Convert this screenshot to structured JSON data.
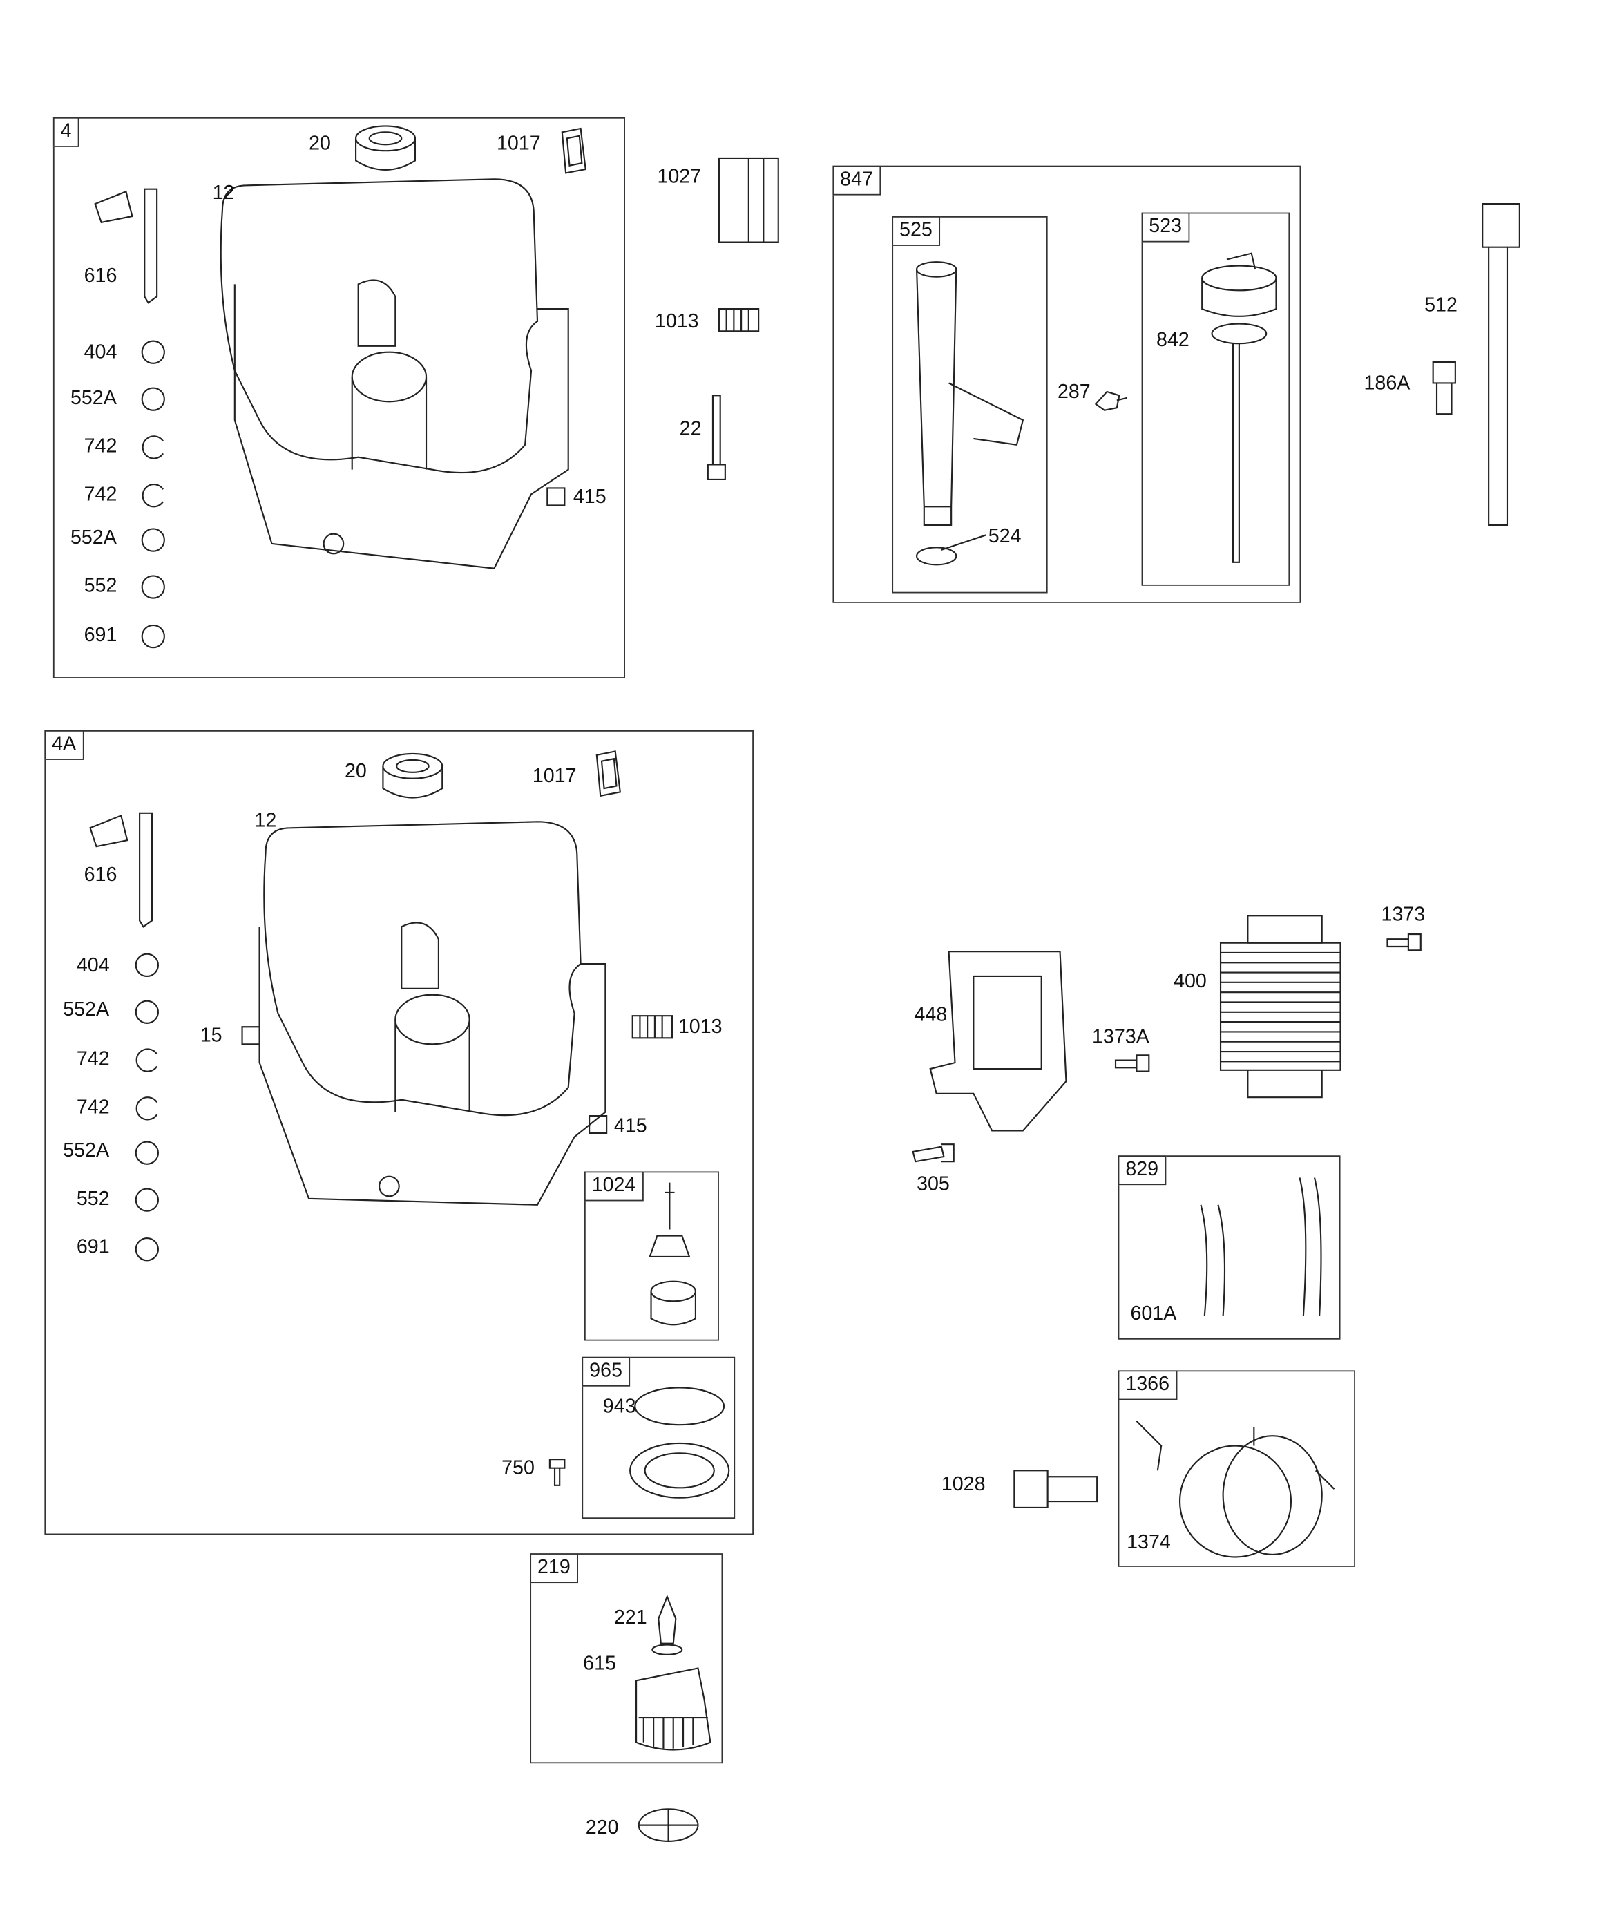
{
  "groups": {
    "g4": "4",
    "g847": "847",
    "g525": "525",
    "g523": "523",
    "g4A": "4A",
    "g1024": "1024",
    "g965": "965",
    "g219": "219",
    "g829": "829",
    "g1366": "1366"
  },
  "callouts": {
    "a20": "20",
    "a1017": "1017",
    "a12": "12",
    "a616": "616",
    "a404": "404",
    "a552A1": "552A",
    "a742a": "742",
    "a742b": "742",
    "a552A2": "552A",
    "a552": "552",
    "a691": "691",
    "a415": "415",
    "c1027": "1027",
    "c1013": "1013",
    "c22": "22",
    "c287": "287",
    "c842": "842",
    "c524": "524",
    "c512": "512",
    "c186A": "186A",
    "b20": "20",
    "b1017": "1017",
    "b12": "12",
    "b616": "616",
    "b404": "404",
    "b552A1": "552A",
    "b15": "15",
    "b742a": "742",
    "b742b": "742",
    "b552A2": "552A",
    "b552": "552",
    "b691": "691",
    "b1013": "1013",
    "b415": "415",
    "b943": "943",
    "b750": "750",
    "c221": "221",
    "c615": "615",
    "c220": "220",
    "c448": "448",
    "c1373A": "1373A",
    "c400": "400",
    "c1373": "1373",
    "c305": "305",
    "c601A": "601A",
    "c1028": "1028",
    "c1374": "1374"
  }
}
